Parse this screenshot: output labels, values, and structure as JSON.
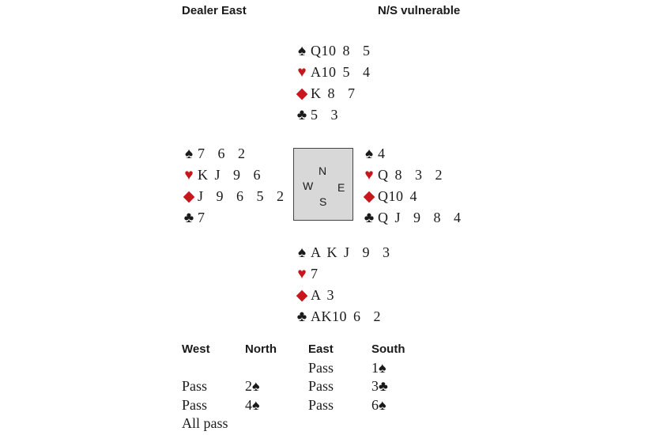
{
  "header": {
    "dealer": "Dealer East",
    "vulnerability": "N/S vulnerable"
  },
  "colors": {
    "black_suit": "#1a1a1a",
    "red_suit": "#c8161d",
    "compass_box": "#d8d8d8"
  },
  "suits": {
    "spades": "♠",
    "hearts": "♥",
    "diamonds": "◆",
    "clubs": "♣"
  },
  "hands": {
    "north": {
      "spades": "Q10 8  5",
      "hearts": "A10 5  4",
      "diamonds": "K 8  7",
      "clubs": "5  3"
    },
    "west": {
      "spades": "7  6  2",
      "hearts": "K J  9  6",
      "diamonds": "J  9  6  5  2",
      "clubs": "7"
    },
    "east": {
      "spades": "4",
      "hearts": "Q 8  3  2",
      "diamonds": "Q10 4",
      "clubs": "Q J  9  8  4"
    },
    "south": {
      "spades": "A K J  9  3",
      "hearts": "7",
      "diamonds": "A 3",
      "clubs": "AK10 6  2"
    }
  },
  "compass": {
    "n": "N",
    "w": "W",
    "e": "E",
    "s": "S"
  },
  "auction": {
    "headers": [
      "West",
      "North",
      "East",
      "South"
    ],
    "rows": [
      [
        {
          "t": ""
        },
        {
          "t": ""
        },
        {
          "t": "Pass"
        },
        {
          "t": "1",
          "s": "♠"
        }
      ],
      [
        {
          "t": "Pass"
        },
        {
          "t": "2",
          "s": "♠"
        },
        {
          "t": "Pass"
        },
        {
          "t": "3",
          "s": "♣"
        }
      ],
      [
        {
          "t": "Pass"
        },
        {
          "t": "4",
          "s": "♠"
        },
        {
          "t": "Pass"
        },
        {
          "t": "6",
          "s": "♠"
        }
      ],
      [
        {
          "t": "All pass"
        },
        {
          "t": ""
        },
        {
          "t": ""
        },
        {
          "t": ""
        }
      ]
    ]
  }
}
